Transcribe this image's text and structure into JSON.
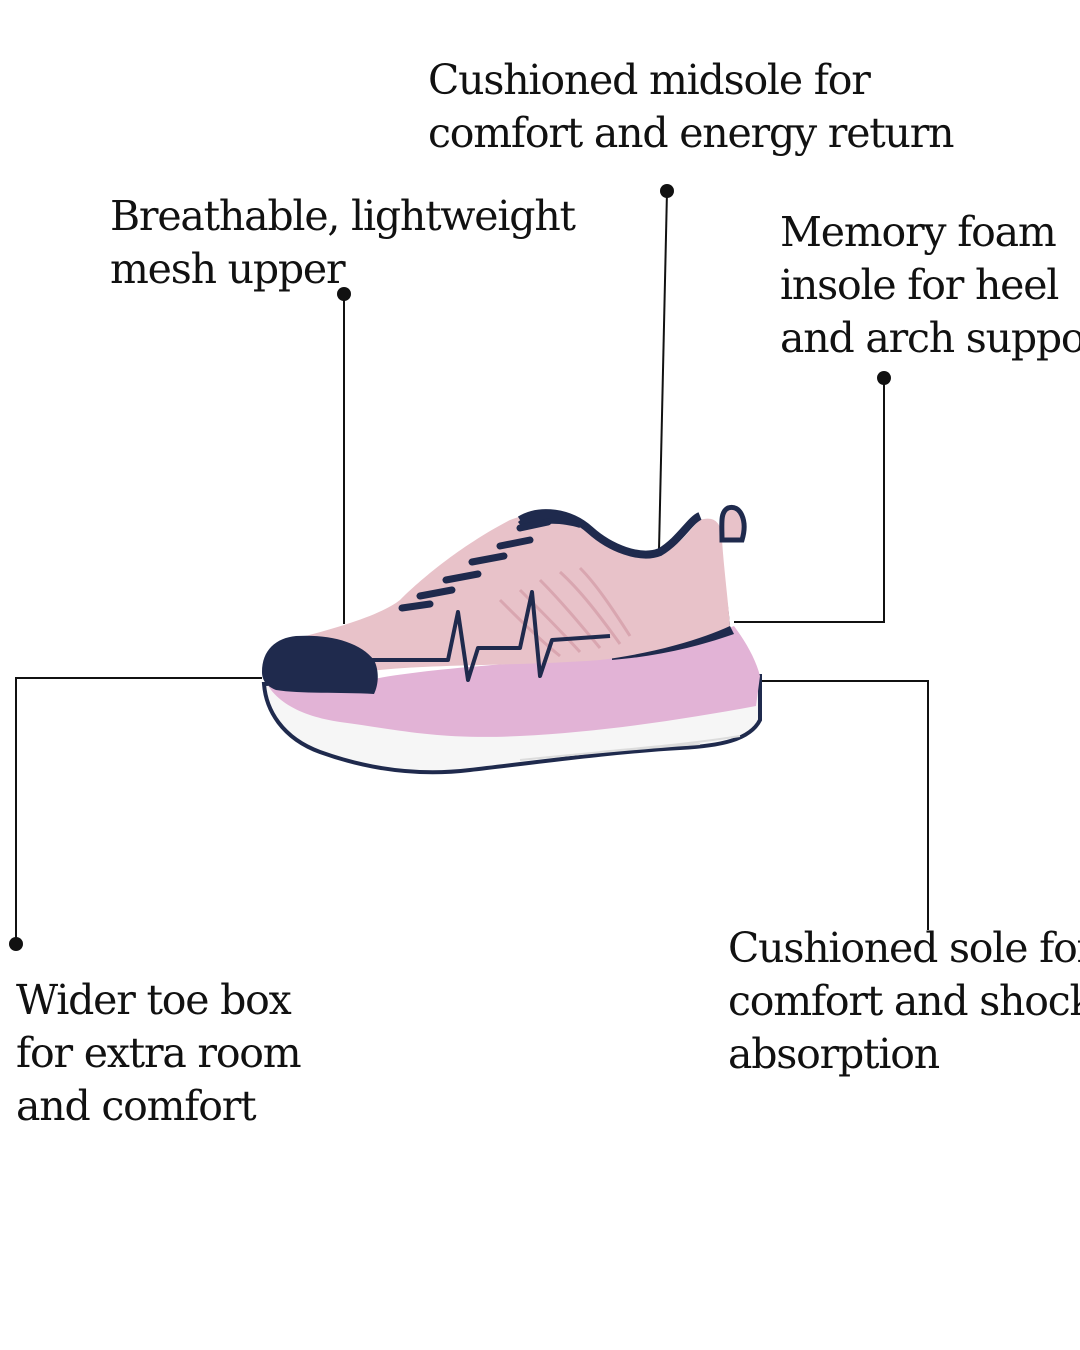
{
  "callouts": {
    "midsole": {
      "lines": [
        "Cushioned midsole for",
        "comfort and energy return"
      ]
    },
    "mesh": {
      "lines": [
        "Breathable, lightweight",
        "mesh upper"
      ]
    },
    "insole": {
      "lines": [
        "Memory foam",
        "insole for heel",
        "and arch support"
      ]
    },
    "toe_box": {
      "lines": [
        "Wider toe box",
        "for extra room",
        "and comfort"
      ]
    },
    "sole": {
      "lines": [
        "Cushioned sole for",
        "comfort and shock",
        "absorption"
      ]
    }
  },
  "colors": {
    "navy": "#1f2a4d",
    "mesh_pink": "#e8c2c9",
    "midsole_lilac": "#e2b3d6",
    "outsole_white": "#f7f7f7",
    "line": "#111111"
  },
  "icons": {
    "shoe": "pink-navy-sneaker",
    "dot": "callout-dot"
  }
}
